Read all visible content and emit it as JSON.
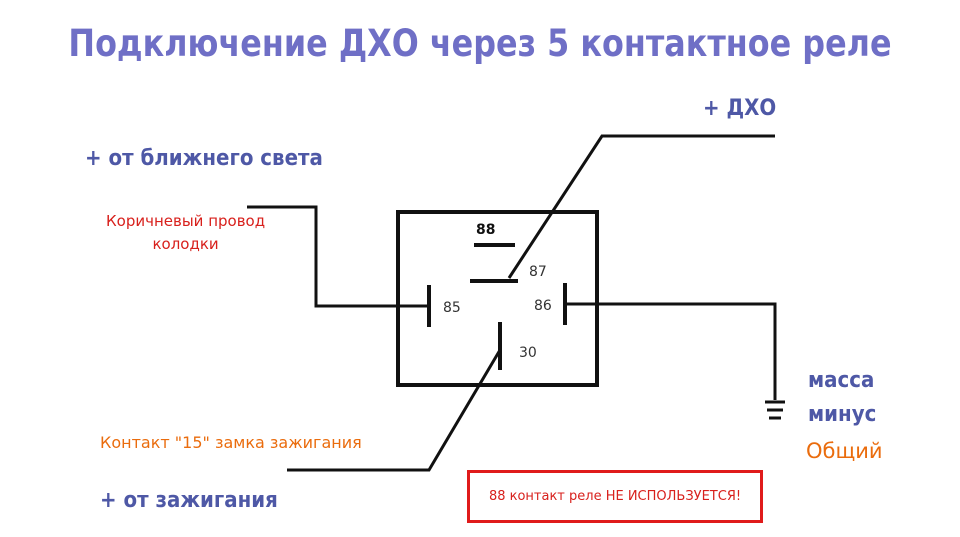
{
  "title": "Подключение ДХО через 5 контактное реле",
  "labels": {
    "low_beam": "+ от ближнего света",
    "brown_wire": "Коричневый провод\nколодки",
    "drl": "+ ДХО",
    "ignition_contact": "Контакт \"15\" замка зажигания",
    "ignition": "+ от зажигания",
    "ground_mass": "масса",
    "ground_minus": "минус",
    "ground_common": "Общий"
  },
  "relay": {
    "pins": {
      "p88": "88",
      "p87": "87",
      "p85": "85",
      "p86": "86",
      "p30": "30"
    }
  },
  "note": "88 контакт реле НЕ ИСПОЛЬЗУЕТСЯ!",
  "colors": {
    "title": "#6f6fc6",
    "blue_labels": "#4e58a6",
    "red_labels": "#d8201c",
    "orange_labels": "#ea6c0d",
    "wires": "#111111"
  }
}
